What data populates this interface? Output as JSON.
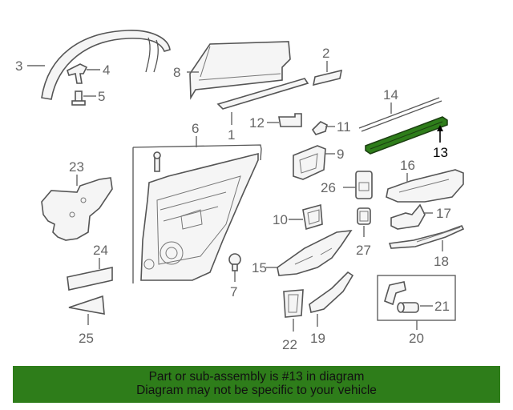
{
  "callouts": [
    {
      "id": "3",
      "label": "3"
    },
    {
      "id": "4",
      "label": "4"
    },
    {
      "id": "5",
      "label": "5"
    },
    {
      "id": "8",
      "label": "8"
    },
    {
      "id": "2",
      "label": "2"
    },
    {
      "id": "1",
      "label": "1"
    },
    {
      "id": "6",
      "label": "6"
    },
    {
      "id": "12",
      "label": "12"
    },
    {
      "id": "11",
      "label": "11"
    },
    {
      "id": "14",
      "label": "14"
    },
    {
      "id": "13",
      "label": "13"
    },
    {
      "id": "9",
      "label": "9"
    },
    {
      "id": "23",
      "label": "23"
    },
    {
      "id": "16",
      "label": "16"
    },
    {
      "id": "26",
      "label": "26"
    },
    {
      "id": "10",
      "label": "10"
    },
    {
      "id": "17",
      "label": "17"
    },
    {
      "id": "27",
      "label": "27"
    },
    {
      "id": "24",
      "label": "24"
    },
    {
      "id": "15",
      "label": "15"
    },
    {
      "id": "18",
      "label": "18"
    },
    {
      "id": "7",
      "label": "7"
    },
    {
      "id": "25",
      "label": "25"
    },
    {
      "id": "22",
      "label": "22"
    },
    {
      "id": "19",
      "label": "19"
    },
    {
      "id": "21",
      "label": "21"
    },
    {
      "id": "20",
      "label": "20"
    }
  ],
  "highlighted_part": "13",
  "colors": {
    "highlight": "#2e7d1a",
    "banner_bg": "#2e7d1a",
    "line": "#555555",
    "label": "#666666"
  },
  "banner": {
    "line1": "Part or sub-assembly is #13 in diagram",
    "line2": "Diagram may not be specific to your vehicle"
  }
}
